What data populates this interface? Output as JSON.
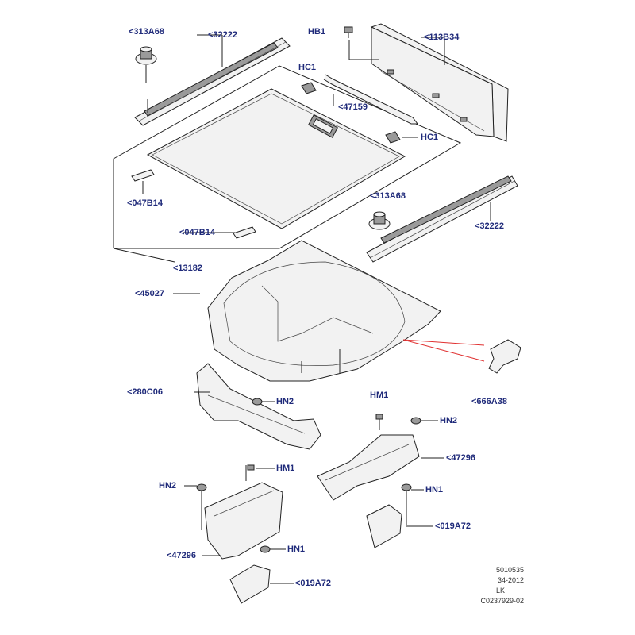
{
  "colors": {
    "label": "#1f2a7a",
    "line": "#222222",
    "pointer": "#e03030"
  },
  "callouts": {
    "c313A68_top": "<313A68",
    "c32222_top": "<32222",
    "cHB1": "HB1",
    "c113B34": "<113B34",
    "cHC1_top": "HC1",
    "c47159": "<47159",
    "cHC1_right": "HC1",
    "c047B14_left": "<047B14",
    "c313A68_right": "<313A68",
    "c047B14_mid": "<047B14",
    "c32222_right": "<32222",
    "c13182": "<13182",
    "c45027": "<45027",
    "c666A38": "<666A38",
    "c280C06": "<280C06",
    "cHN2_mid": "HN2",
    "cHM1_right": "HM1",
    "cHN2_right": "HN2",
    "cHM1_left": "HM1",
    "c47296_right": "<47296",
    "cHN2_left": "HN2",
    "cHN1_right": "HN1",
    "c019A72_right": "<019A72",
    "c47296_left": "<47296",
    "cHN1_left": "HN1",
    "c019A72_left": "<019A72"
  },
  "footer": {
    "line1": "5010535",
    "line2": "34-2012",
    "line3": "LK",
    "line4": "C0237929-02"
  }
}
